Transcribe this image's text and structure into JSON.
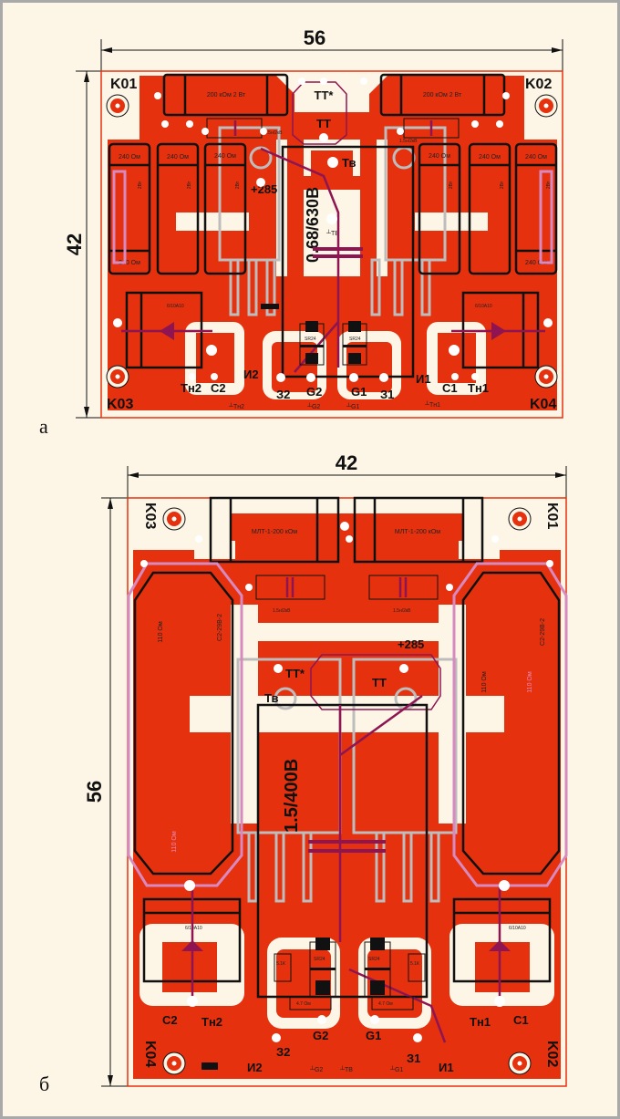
{
  "figure_labels": {
    "a": "а",
    "b": "б"
  },
  "colors": {
    "copper": "#e5310e",
    "background": "#fdf6e6",
    "jumper": "#8e1552",
    "silk_pink": "#d78ac0",
    "outline": "#111111"
  },
  "board_a": {
    "width_dim": "56",
    "height_dim": "42",
    "corners": [
      "K01",
      "K02",
      "K03",
      "K04"
    ],
    "resistor_top": "200 кОм 2 Вт",
    "capacitor_small": "1.5н/2кВ",
    "resistor_240": "240 Ом",
    "resistor_power": "2Вт",
    "tt_star": "TT*",
    "tt": "TT",
    "tv": "Тв",
    "plus285": "+285",
    "cap_main": "0.68/630В",
    "gnd_tv": "┴ТВ",
    "bridge": "6/10А10",
    "chip": "SR24",
    "pins": {
      "tn2": "Тн2",
      "c2": "С2",
      "c1": "С1",
      "tn1": "Тн1",
      "z2": "З2",
      "g2": "G2",
      "g1": "G1",
      "z1": "З1",
      "i2": "И2",
      "i1": "И1"
    },
    "gnds": {
      "tn2": "┴Тн2",
      "g2": "┴G2",
      "g1": "┴G1",
      "tn1": "┴Тн1"
    }
  },
  "board_b": {
    "width_dim": "42",
    "height_dim": "56",
    "corners": [
      "K03",
      "K01",
      "K04",
      "K02"
    ],
    "resistor_top": "МЛТ-1-200 кОм",
    "capacitor_small": "1.5н/2кВ",
    "resistor_type": "C2-29В-2",
    "resistor_110": "110 Ом",
    "tt_star": "TT*",
    "tt": "TT",
    "tv": "Тв",
    "plus285": "+285",
    "cap_main": "1.5/400В",
    "bridge": "6/10А10",
    "chip": "SR24",
    "res_51k": "5.1К",
    "res_47": "4.7 Ом",
    "pins": {
      "c2": "С2",
      "tn2": "Тн2",
      "tn1": "Тн1",
      "c1": "С1",
      "z2": "З2",
      "g2": "G2",
      "g1": "G1",
      "z1": "З1",
      "i2": "И2",
      "i1": "И1"
    },
    "gnds": {
      "g2": "┴G2",
      "tv": "┴ТВ",
      "g1": "┴G1"
    }
  }
}
